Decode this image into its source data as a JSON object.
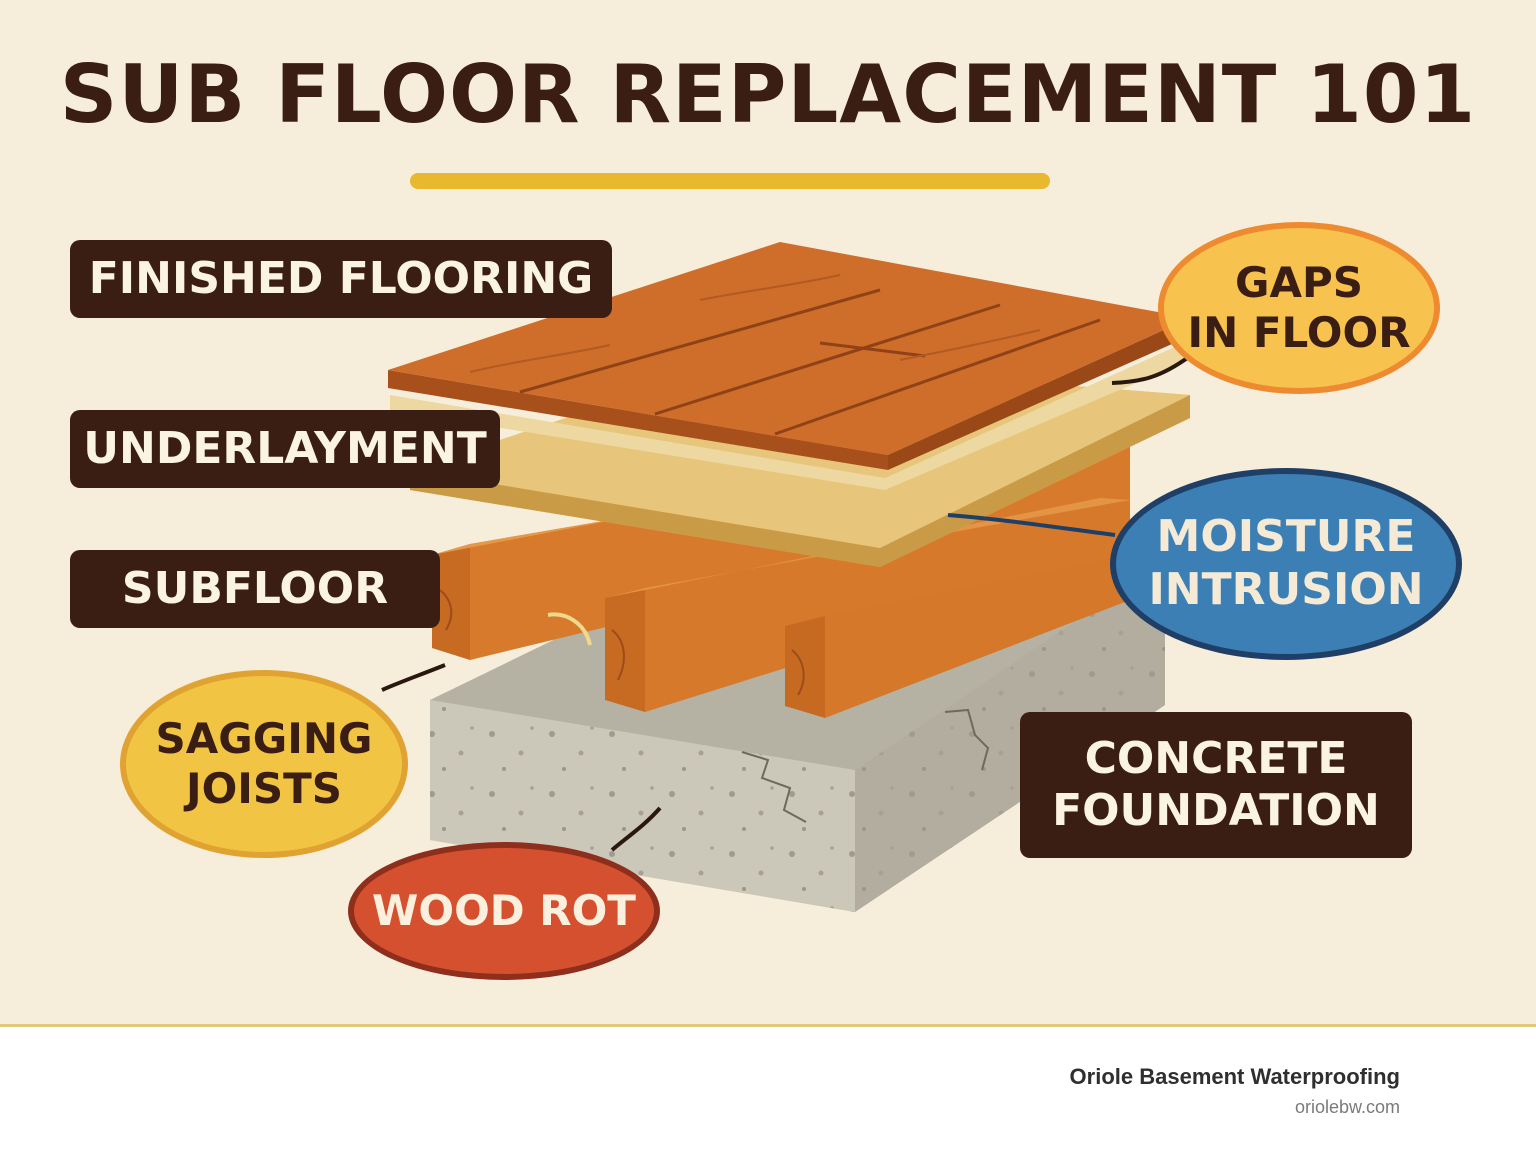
{
  "title": "SUB FLOOR REPLACEMENT 101",
  "layers": {
    "finished_flooring": "FINISHED FLOORING",
    "underlayment": "UNDERLAYMENT",
    "subfloor": "SUBFLOOR",
    "concrete_foundation": {
      "line1": "CONCRETE",
      "line2": "FOUNDATION"
    }
  },
  "problems": {
    "gaps_in_floor": {
      "line1": "GAPS",
      "line2": "IN FLOOR"
    },
    "moisture_intrusion": {
      "line1": "MOISTURE",
      "line2": "INTRUSION"
    },
    "sagging_joists": {
      "line1": "SAGGING",
      "line2": "JOISTS"
    },
    "wood_rot": "WOOD ROT"
  },
  "footer": {
    "brand": "Oriole Basement Waterproofing",
    "url": "oriolebw.com"
  },
  "colors": {
    "background": "#f6eedb",
    "label_dark": "#3a1e13",
    "accent_yellow": "#e8b92f",
    "gaps_bubble": "#f7c24e",
    "moisture_bubble": "#3c7fb4",
    "sagging_bubble": "#f2c443",
    "wood_rot_bubble": "#d4502e"
  }
}
